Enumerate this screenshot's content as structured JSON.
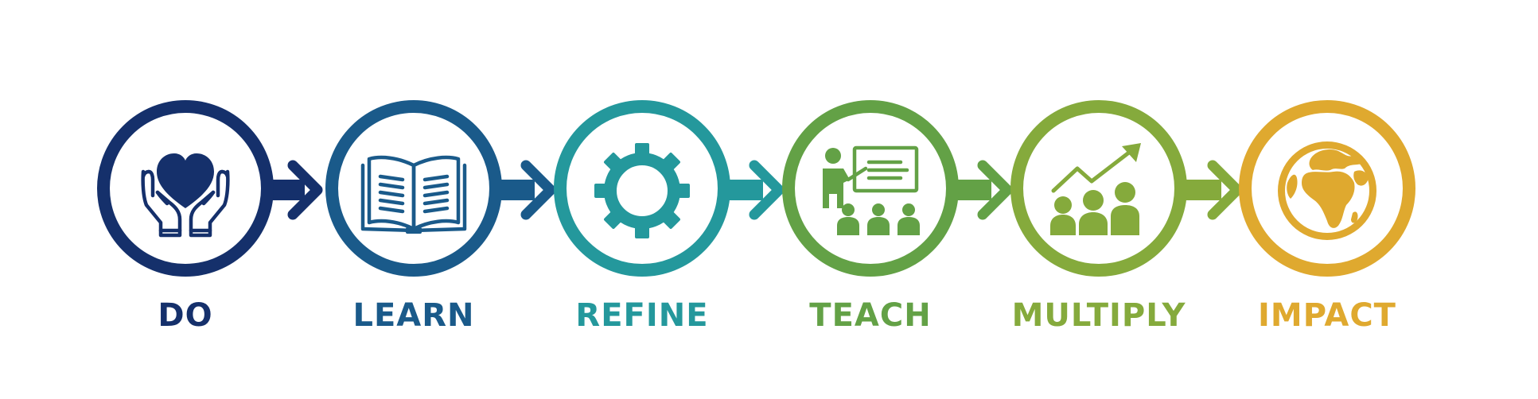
{
  "steps": [
    {
      "label": "DO",
      "color": "#15306b",
      "icon": "hands-heart-icon"
    },
    {
      "label": "LEARN",
      "color": "#1a5a8a",
      "icon": "open-book-icon"
    },
    {
      "label": "REFINE",
      "color": "#24989c",
      "icon": "gear-icon"
    },
    {
      "label": "TEACH",
      "color": "#63a146",
      "icon": "teacher-presenting-icon"
    },
    {
      "label": "MULTIPLY",
      "color": "#85aa3c",
      "icon": "group-growth-icon"
    },
    {
      "label": "IMPACT",
      "color": "#dfa92f",
      "icon": "globe-icon"
    }
  ],
  "arrow_colors": [
    "#15306b",
    "#1a5a8a",
    "#24989c",
    "#63a146",
    "#85aa3c"
  ]
}
